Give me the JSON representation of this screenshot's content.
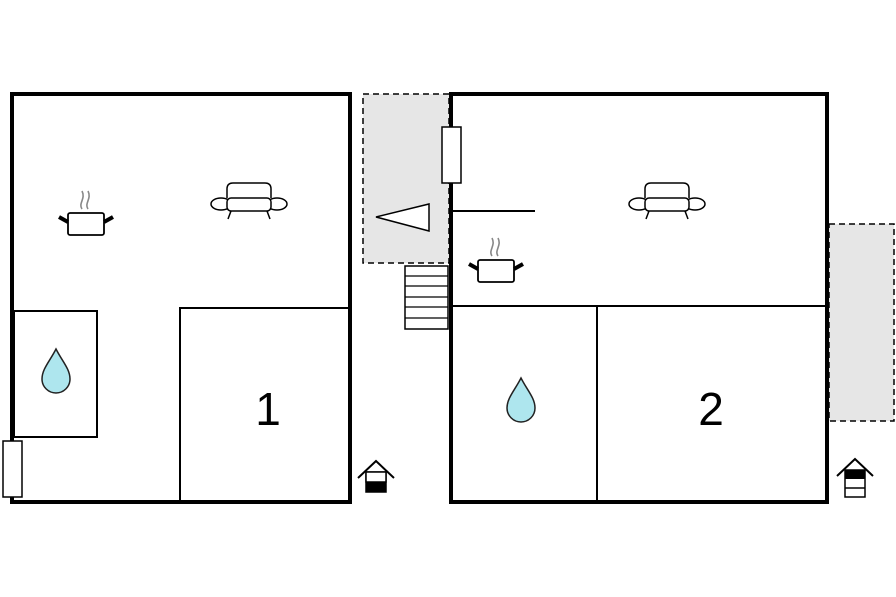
{
  "floors": [
    {
      "id": "floor-1",
      "label": "1"
    },
    {
      "id": "floor-2",
      "label": "2"
    }
  ],
  "icons": {
    "kitchen": "cooking-pot-icon",
    "living": "sofa-icon",
    "bathroom": "water-drop-icon",
    "floor_indicator": "house-floor-icon",
    "stairs": "stairs-icon",
    "window": "window-icon",
    "entrance": "entrance-arrow-icon"
  },
  "colors": {
    "wall": "#000000",
    "terrace_fill": "#e6e6e6",
    "water": "#aee6ee",
    "water_stroke": "#222222",
    "steam": "#888888"
  }
}
